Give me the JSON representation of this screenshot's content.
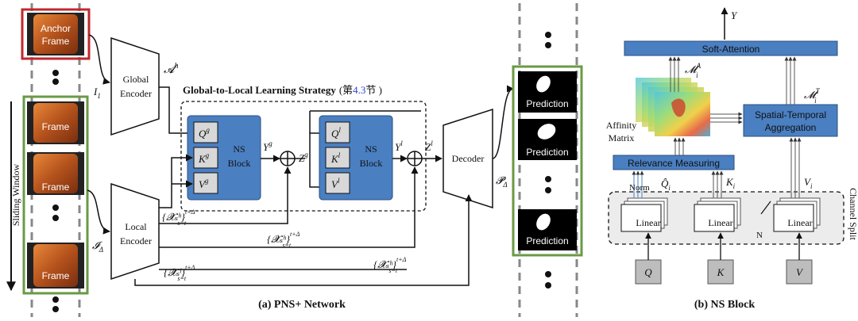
{
  "left_strip": {
    "anchor_label": "Anchor Frame",
    "frame_label": "Frame",
    "sliding_window_label": "Sliding Window"
  },
  "panel_a": {
    "global_encoder": "Global Encoder",
    "local_encoder": "Local Encoder",
    "decoder": "Decoder",
    "strategy_title": "Global-to-Local Learning Strategy",
    "strategy_ref_prefix": "(第",
    "strategy_ref_num": "4.3",
    "strategy_ref_suffix": "节 )",
    "ns_block": "NS Block",
    "q_global": "Q",
    "k_global": "K",
    "v_global": "V",
    "sup_g": "g",
    "sup_l": "l",
    "input_anchor": "I",
    "input_anchor_sub": "1",
    "input_window": "𝓘",
    "input_window_sub": "Δ",
    "feat_anchor": "𝓐",
    "feat_anchor_sup": "h",
    "y_g": "Y",
    "z_g": "Z",
    "y_l": "Y",
    "z_l": "Z",
    "p_delta": "𝓟",
    "p_delta_sub": "Δ",
    "feat_h_1": "{𝓧ₛʰ}",
    "feat_h_2": "{𝓧ₛʰ}",
    "feat_h_3": "{𝓧ₛʰ}",
    "feat_l": "{𝓧ₛˡ}",
    "range_sup": "t+Δ",
    "range_sub": "s=t",
    "prediction_label": "Prediction",
    "caption": "(a) PNS+ Network"
  },
  "panel_b": {
    "output": "Y",
    "soft_attention": "Soft-Attention",
    "affinity_matrix": "Affinity Matrix",
    "m_a": "𝓜",
    "m_a_sup": "A",
    "m_a_sub": "i",
    "m_t": "𝓜",
    "m_t_sup": "T",
    "m_t_sub": "i",
    "spatial_temporal": "Spatial-Temporal Aggregation",
    "relevance_measuring": "Relevance Measuring",
    "norm": "Norm",
    "q_hat": "Q̂",
    "k_i": "K",
    "v_i": "V",
    "sub_i": "i",
    "linear": "Linear",
    "channel_split": "Channel Split",
    "n_label": "N",
    "q_in": "Q",
    "k_in": "K",
    "v_in": "V",
    "caption": "(b) NS Block"
  },
  "colors": {
    "blue_block": "#4a7fc1",
    "red_frame": "#c0282d",
    "green_frame": "#6a9a45",
    "ref_blue": "#3344cc"
  }
}
